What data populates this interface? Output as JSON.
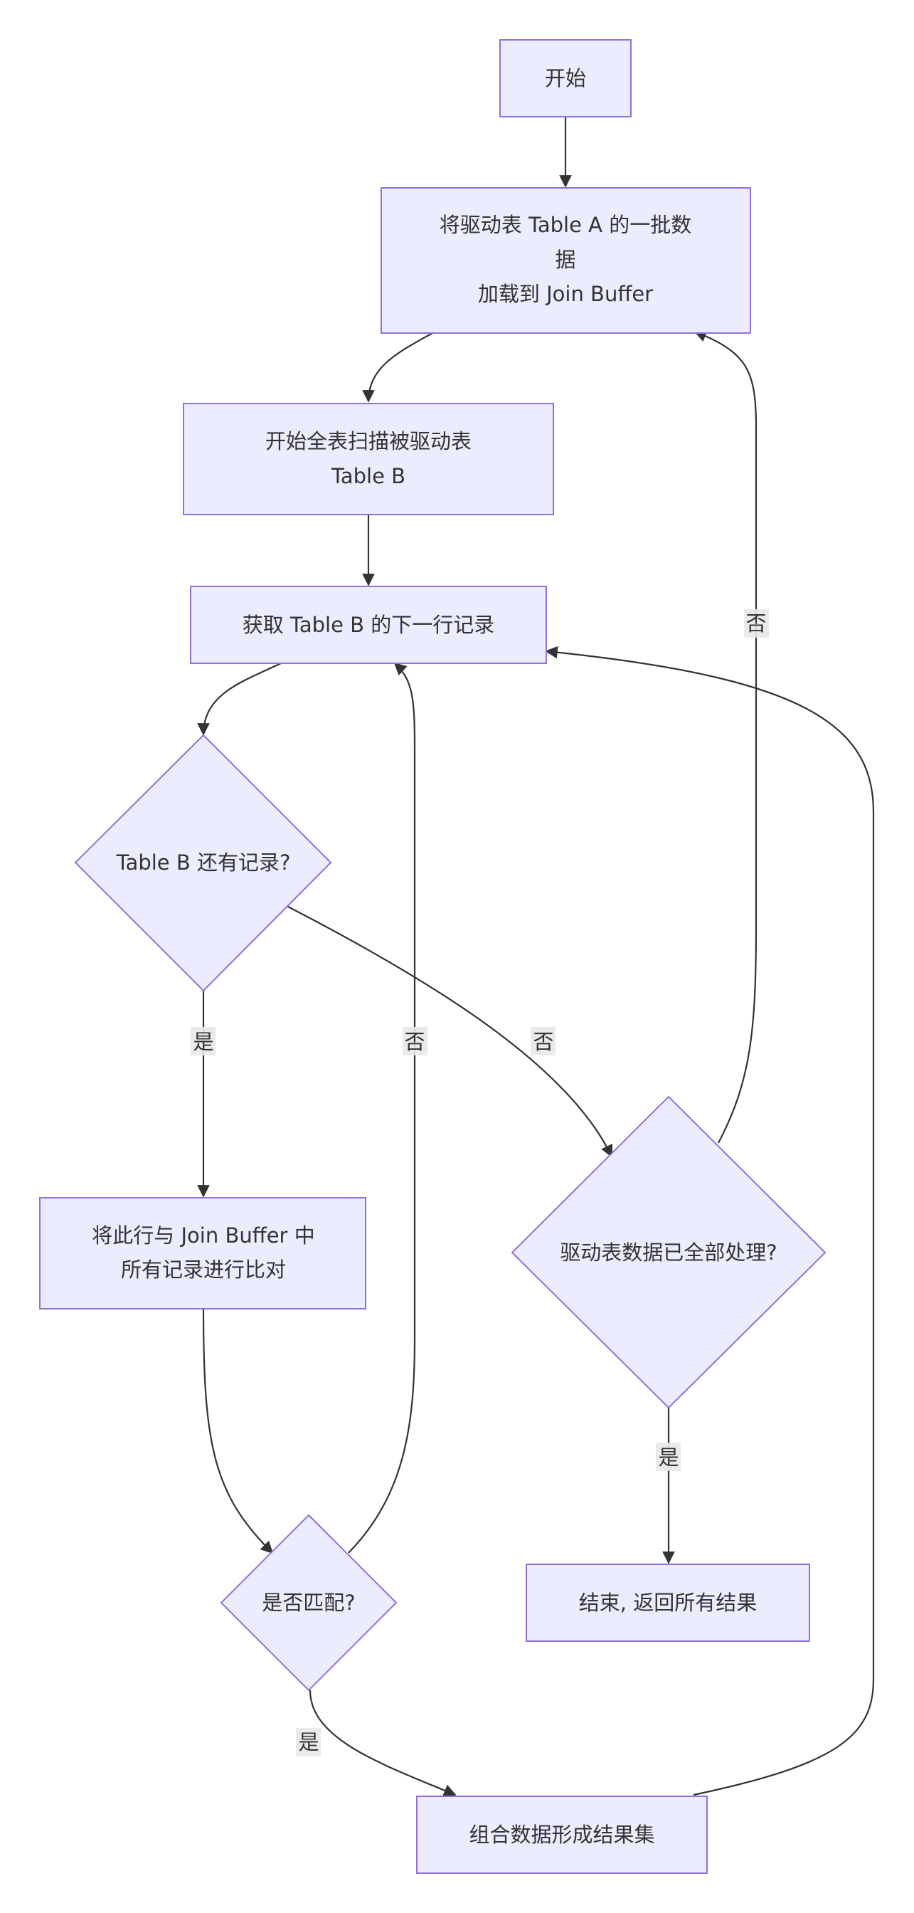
{
  "colors": {
    "node_fill": "#ececff",
    "node_stroke": "#9370db",
    "edge": "#333333",
    "label_bg": "#e8e8e8"
  },
  "nodes": {
    "start": [
      "开始"
    ],
    "load_buffer": [
      "将驱动表 Table A 的一批数",
      "据",
      "加载到 Join Buffer"
    ],
    "scan_b": [
      "开始全表扫描被驱动表",
      "Table B"
    ],
    "next_row": [
      "获取 Table B 的下一行记录"
    ],
    "has_more": [
      "Table B 还有记录?"
    ],
    "compare": [
      "将此行与 Join Buffer 中",
      "所有记录进行比对"
    ],
    "all_done": [
      "驱动表数据已全部处理?"
    ],
    "match": [
      "是否匹配?"
    ],
    "end": [
      "结束, 返回所有结果"
    ],
    "result": [
      "组合数据形成结果集"
    ]
  },
  "edges": [
    {
      "from": "start",
      "to": "load_buffer",
      "label": ""
    },
    {
      "from": "load_buffer",
      "to": "scan_b",
      "label": ""
    },
    {
      "from": "scan_b",
      "to": "next_row",
      "label": ""
    },
    {
      "from": "next_row",
      "to": "has_more",
      "label": ""
    },
    {
      "from": "has_more",
      "to": "compare",
      "label": "是"
    },
    {
      "from": "has_more",
      "to": "all_done",
      "label": "否"
    },
    {
      "from": "compare",
      "to": "match",
      "label": ""
    },
    {
      "from": "match",
      "to": "next_row",
      "label": "否"
    },
    {
      "from": "match",
      "to": "result",
      "label": "是"
    },
    {
      "from": "result",
      "to": "next_row",
      "label": ""
    },
    {
      "from": "all_done",
      "to": "load_buffer",
      "label": "否"
    },
    {
      "from": "all_done",
      "to": "end",
      "label": "是"
    }
  ]
}
